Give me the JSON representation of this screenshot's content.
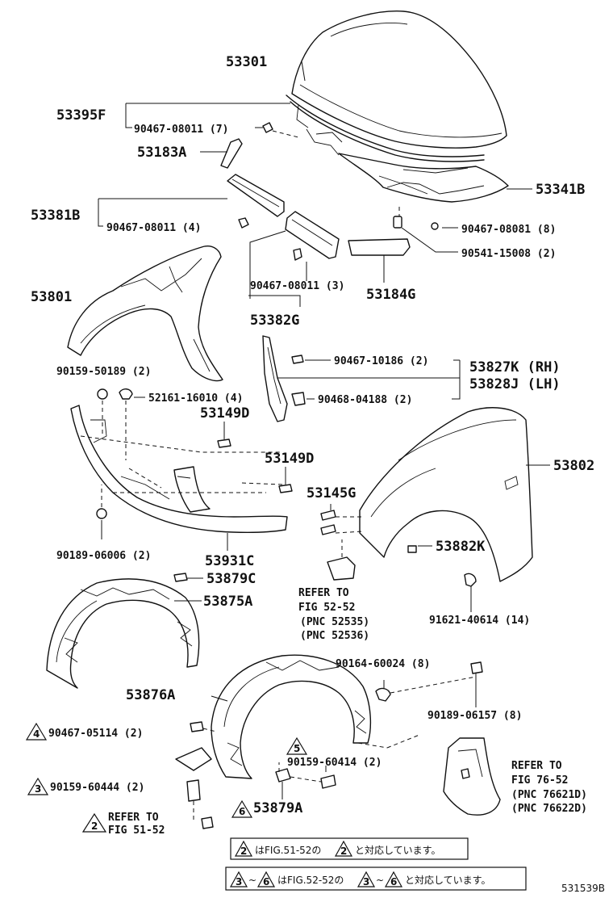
{
  "parts": {
    "p53301": "53301",
    "p53395F": "53395F",
    "p90467_08011_7": "90467-08011 (7)",
    "p53183A": "53183A",
    "p53341B": "53341B",
    "p53381B": "53381B",
    "p90467_08011_4": "90467-08011 (4)",
    "p90467_08081_8": "90467-08081 (8)",
    "p90541_15008_2": "90541-15008 (2)",
    "p53801": "53801",
    "p90467_08011_3": "90467-08011 (3)",
    "p53184G": "53184G",
    "p53382G": "53382G",
    "p90467_10186_2": "90467-10186 (2)",
    "p53827K": "53827K (RH)",
    "p53828J": "53828J (LH)",
    "p90468_04188_2": "90468-04188 (2)",
    "p90159_50189_2": "90159-50189 (2)",
    "p52161_16010_4": "52161-16010 (4)",
    "p53149D_a": "53149D",
    "p53149D_b": "53149D",
    "p53802": "53802",
    "p53145G": "53145G",
    "p53882K": "53882K",
    "p90189_06006_2": "90189-06006 (2)",
    "p53931C": "53931C",
    "p53879C": "53879C",
    "p53875A": "53875A",
    "p91621_40614_14": "91621-40614 (14)",
    "p90164_60024_8": "90164-60024 (8)",
    "p53876A": "53876A",
    "p90189_06157_8": "90189-06157 (8)",
    "p90467_05114_2": "90467-05114 (2)",
    "p90159_60414_2": "90159-60414 (2)",
    "p90159_60444_2": "90159-60444 (2)",
    "p53879A": "53879A"
  },
  "refs": {
    "refer_to": "REFER TO",
    "fig_52_52": "FIG 52-52",
    "pnc_52535": "(PNC 52535)",
    "pnc_52536": "(PNC 52536)",
    "fig_76_52": "FIG 76-52",
    "pnc_76621D": "(PNC 76621D)",
    "pnc_76622D": "(PNC 76622D)",
    "fig_51_52": "FIG 51-52"
  },
  "markers": {
    "m2": "2",
    "m3": "3",
    "m4": "4",
    "m5": "5",
    "m6": "6",
    "m3b": "3",
    "m6b": "6"
  },
  "notes": {
    "note1_a": "はFIG.51-52の",
    "note1_b": "と対応しています。",
    "note2_tilde": "~",
    "note2_a": "はFIG.52-52の",
    "note2_b": "と対応しています。"
  },
  "figure_code": "531539B"
}
